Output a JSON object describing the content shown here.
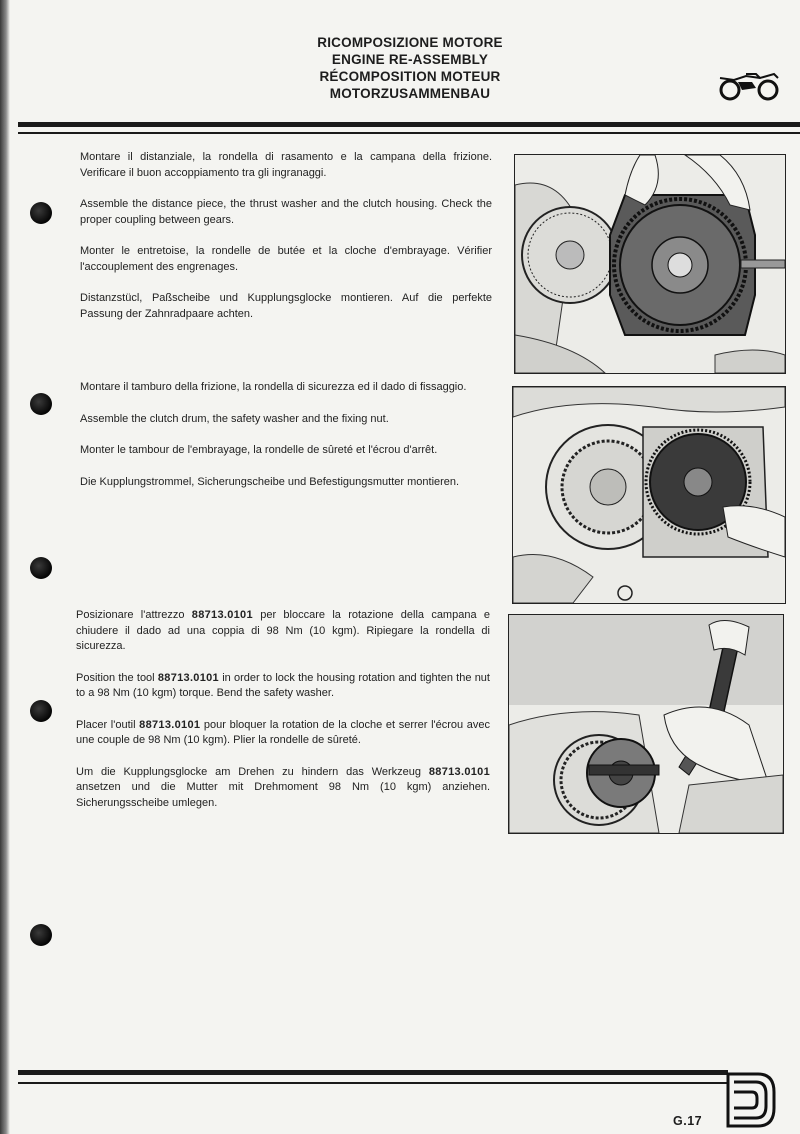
{
  "header": {
    "titles": [
      "RICOMPOSIZIONE MOTORE",
      "ENGINE RE-ASSEMBLY",
      "RÉCOMPOSITION MOTEUR",
      "MOTORZUSAMMENBAU"
    ]
  },
  "sections": [
    {
      "paragraphs": [
        "Montare il distanziale, la rondella di rasamento e la campana della frizione. Verificare il buon accoppiamento tra gli ingranaggi.",
        "Assemble the distance piece, the thrust washer and the clutch housing. Check the proper coupling between gears.",
        "Monter le entretoise, la rondelle de butée et la cloche d'embrayage. Vérifier l'accouplement des engrenages.",
        "Distanzstücl, Paßscheibe und Kupplungsglocke montieren. Auf die perfekte Passung der Zahnradpaare achten."
      ]
    },
    {
      "paragraphs": [
        "Montare il tamburo della frizione, la rondella di sicurezza ed il dado di fissaggio.",
        "Assemble the clutch drum, the safety washer and the fixing nut.",
        "Monter le tambour de l'embrayage, la rondelle de sûreté et l'écrou d'arrêt.",
        "Die Kupplungstrommel, Sicherungscheibe und Befestigungsmutter montieren."
      ]
    },
    {
      "tool_code": "88713.0101",
      "paragraphs": [
        {
          "before": "Posizionare l'attrezzo ",
          "after": " per bloccare la rotazione della campana e chiudere il dado ad una coppia di 98 Nm (10 kgm). Ripiegare la rondella di sicurezza."
        },
        {
          "before": "Position the tool ",
          "after": " in order to lock the housing rotation and tighten the nut to a 98 Nm (10 kgm) torque. Bend the safety washer."
        },
        {
          "before": "Placer l'outil ",
          "after": " pour bloquer la rotation de la cloche et serrer l'écrou avec une couple de 98 Nm (10 kgm). Plier la rondelle de sûreté."
        },
        {
          "before": "Um die Kupplungsglocke am Drehen zu hindern das Werkzeug ",
          "after": " ansetzen und die Mutter mit Drehmoment 98 Nm (10 kgm) anziehen. Sicherungsscheibe umlegen."
        }
      ]
    }
  ],
  "footer": {
    "page_number": "G.17"
  }
}
